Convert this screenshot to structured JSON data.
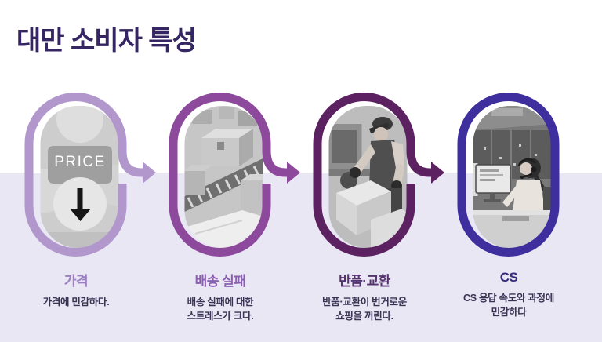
{
  "title": "대만 소비자 특성",
  "steps": [
    {
      "label": "가격",
      "description": "가격에 민감하다.",
      "image": "price-dice-photo",
      "image_text": "PRICE",
      "frame_color": "#b197cc",
      "label_color": "#9d7fc3",
      "has_arrow": true
    },
    {
      "label": "배송 실패",
      "description": "배송 실패에 대한\n스트레스가 크다.",
      "image": "conveyor-boxes-photo",
      "frame_color": "#8d4a9c",
      "label_color": "#8a5fb0",
      "has_arrow": true
    },
    {
      "label": "반품·교환",
      "description": "반품·교환이 번거로운\n쇼핑을 꺼린다.",
      "image": "warehouse-worker-photo",
      "frame_color": "#5b2160",
      "label_color": "#54336e",
      "has_arrow": true
    },
    {
      "label": "CS",
      "description": "CS 응답 속도와 과정에\n민감하다",
      "image": "call-center-agent-photo",
      "frame_color": "#3f2e9e",
      "label_color": "#352a7d",
      "has_arrow": false
    }
  ],
  "colors": {
    "background_top": "#ffffff",
    "background_bottom": "#e9e7f4",
    "title": "#352663",
    "description_text": "#3a3353"
  }
}
